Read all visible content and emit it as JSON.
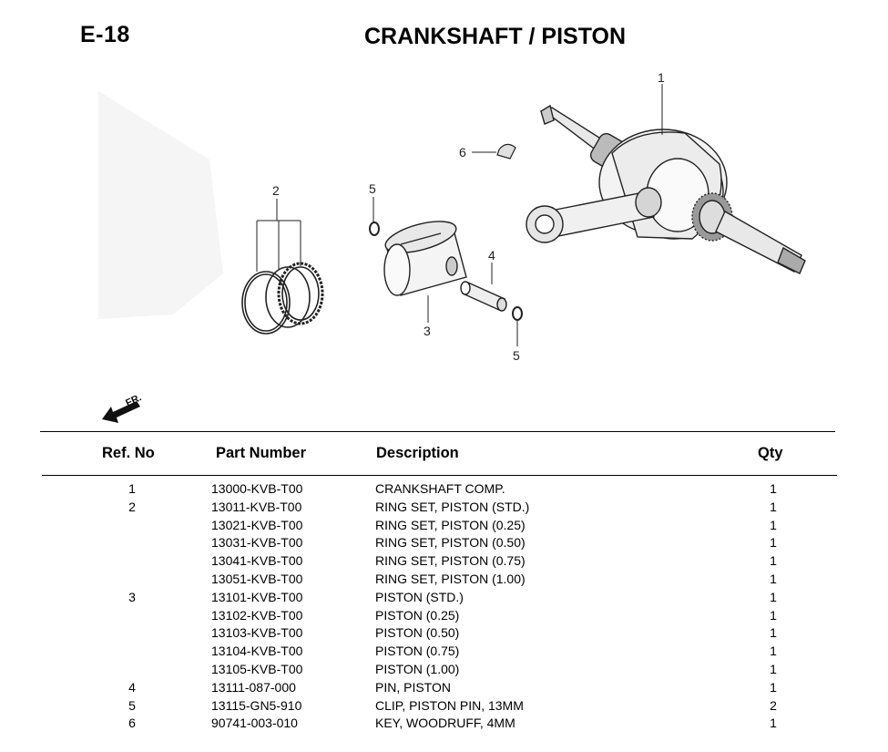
{
  "header": {
    "page_code": "E-18",
    "title": "CRANKSHAFT / PISTON"
  },
  "diagram": {
    "callouts": {
      "c1": "1",
      "c2": "2",
      "c3": "3",
      "c4": "4",
      "c5a": "5",
      "c5b": "5",
      "c6": "6"
    },
    "direction_label": "FR."
  },
  "table": {
    "columns": {
      "ref": "Ref. No",
      "part": "Part Number",
      "desc": "Description",
      "qty": "Qty"
    },
    "rows": [
      {
        "ref": "1",
        "part": "13000-KVB-T00",
        "desc": "CRANKSHAFT COMP.",
        "qty": "1"
      },
      {
        "ref": "2",
        "part": "13011-KVB-T00",
        "desc": "RING SET, PISTON (STD.)",
        "qty": "1"
      },
      {
        "ref": "",
        "part": "13021-KVB-T00",
        "desc": "RING SET, PISTON (0.25)",
        "qty": "1"
      },
      {
        "ref": "",
        "part": "13031-KVB-T00",
        "desc": "RING SET, PISTON (0.50)",
        "qty": "1"
      },
      {
        "ref": "",
        "part": "13041-KVB-T00",
        "desc": "RING SET, PISTON (0.75)",
        "qty": "1"
      },
      {
        "ref": "",
        "part": "13051-KVB-T00",
        "desc": "RING SET, PISTON (1.00)",
        "qty": "1"
      },
      {
        "ref": "3",
        "part": "13101-KVB-T00",
        "desc": "PISTON (STD.)",
        "qty": "1"
      },
      {
        "ref": "",
        "part": "13102-KVB-T00",
        "desc": "PISTON (0.25)",
        "qty": "1"
      },
      {
        "ref": "",
        "part": "13103-KVB-T00",
        "desc": "PISTON (0.50)",
        "qty": "1"
      },
      {
        "ref": "",
        "part": "13104-KVB-T00",
        "desc": "PISTON (0.75)",
        "qty": "1"
      },
      {
        "ref": "",
        "part": "13105-KVB-T00",
        "desc": "PISTON (1.00)",
        "qty": "1"
      },
      {
        "ref": "4",
        "part": "13111-087-000",
        "desc": "PIN, PISTON",
        "qty": "1"
      },
      {
        "ref": "5",
        "part": "13115-GN5-910",
        "desc": "CLIP, PISTON PIN, 13MM",
        "qty": "2"
      },
      {
        "ref": "6",
        "part": "90741-003-010",
        "desc": "KEY, WOODRUFF, 4MM",
        "qty": "1"
      }
    ]
  }
}
